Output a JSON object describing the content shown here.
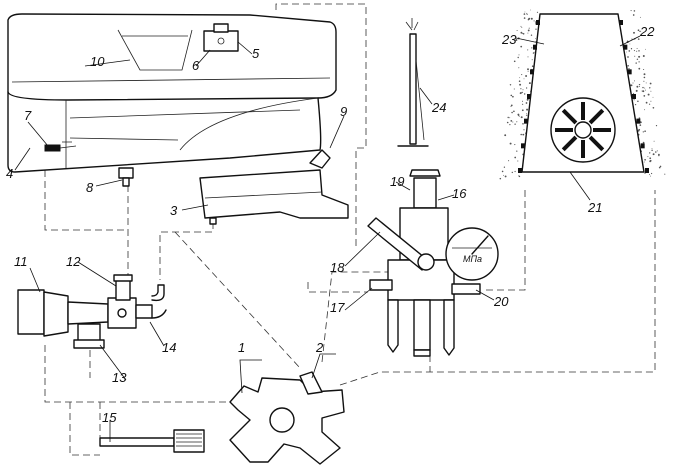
{
  "labels": {
    "l1": "1",
    "l2": "2",
    "l3": "3",
    "l4": "4",
    "l5": "5",
    "l6": "6",
    "l7": "7",
    "l8": "8",
    "l9": "9",
    "l10": "10",
    "l11": "11",
    "l12": "12",
    "l13": "13",
    "l14": "14",
    "l15": "15",
    "l16": "16",
    "l17": "17",
    "l18": "18",
    "l19": "19",
    "l20": "20",
    "l21": "21",
    "l22": "22",
    "l23": "23",
    "l24": "24"
  },
  "gauge_unit": "МПа"
}
